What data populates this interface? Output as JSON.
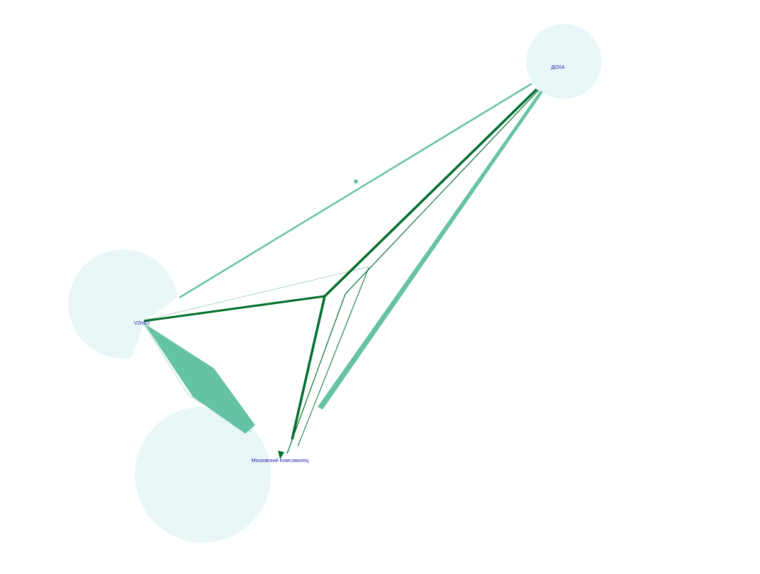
{
  "graph": {
    "nodes": [
      {
        "id": "doxa",
        "label": "ДОХА"
      },
      {
        "id": "vzmk",
        "label": "VZmk3"
      },
      {
        "id": "mk",
        "label": "Московский Комсомолец"
      }
    ],
    "colors": {
      "background": "#ffffff",
      "node_halo": "#e8f6f8",
      "edge_light": "#66c2a5",
      "edge_dark": "#006d2c",
      "label": "#1a1aa8"
    }
  }
}
